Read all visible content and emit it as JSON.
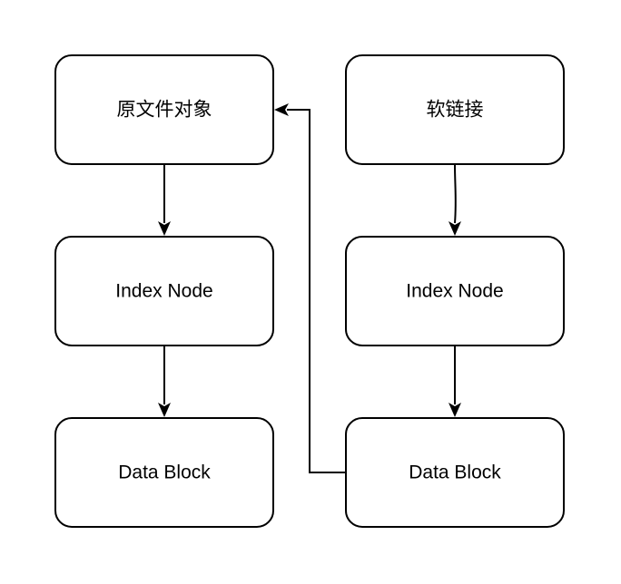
{
  "diagram": {
    "nodes": {
      "original_file": {
        "label": "原文件对象"
      },
      "left_index_node": {
        "label": "Index Node"
      },
      "left_data_block": {
        "label": "Data Block"
      },
      "soft_link": {
        "label": "软链接"
      },
      "right_index_node": {
        "label": "Index Node"
      },
      "right_data_block": {
        "label": "Data Block"
      }
    },
    "edges": [
      {
        "from": "original_file",
        "to": "left_index_node"
      },
      {
        "from": "left_index_node",
        "to": "left_data_block"
      },
      {
        "from": "soft_link",
        "to": "right_index_node"
      },
      {
        "from": "right_index_node",
        "to": "right_data_block"
      },
      {
        "from": "right_data_block",
        "to": "original_file"
      }
    ],
    "colors": {
      "stroke": "#000000",
      "fill": "#ffffff",
      "text": "#000000"
    }
  }
}
